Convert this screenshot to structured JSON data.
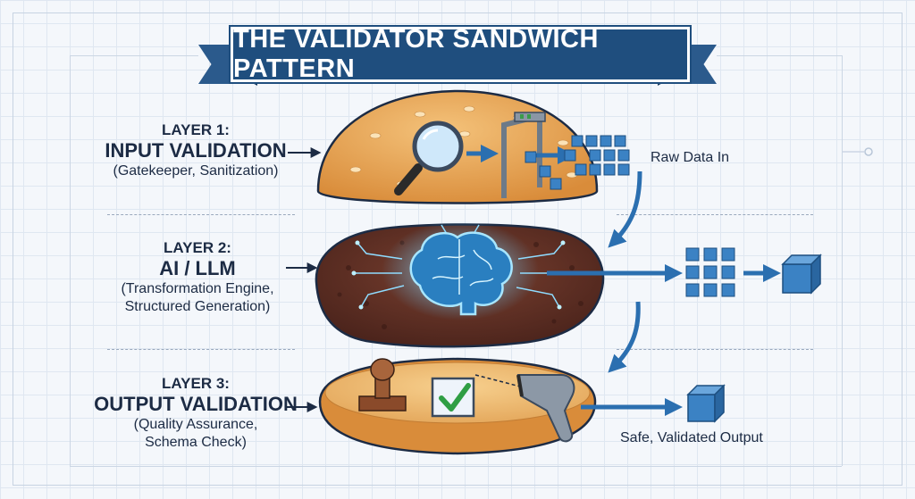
{
  "title": "THE VALIDATOR SANDWICH PATTERN",
  "layers": [
    {
      "tag": "LAYER 1:",
      "heading": "INPUT VALIDATION",
      "sub": [
        "(Gatekeeper, Sanitization)"
      ]
    },
    {
      "tag": "LAYER 2:",
      "heading": "AI / LLM",
      "sub": [
        "(Transformation Engine,",
        "Structured Generation)"
      ]
    },
    {
      "tag": "LAYER 3:",
      "heading": "OUTPUT VALIDATION",
      "sub": [
        "(Quality Assurance,",
        "Schema Check)"
      ]
    }
  ],
  "labels": {
    "raw_data_in": "Raw Data In",
    "safe_output": "Safe, Validated Output"
  },
  "icons": {
    "layer1": [
      "magnifier-icon",
      "gate-scanner-icon",
      "data-blocks-icon"
    ],
    "layer2": [
      "circuit-brain-icon",
      "data-grid-icon",
      "cube-icon"
    ],
    "layer3": [
      "stamp-icon",
      "checkbox-icon",
      "barcode-scanner-icon",
      "cube-icon"
    ]
  },
  "colors": {
    "banner": "#1f4e7e",
    "bun": "#e7a653",
    "patty": "#5b2e25",
    "brain_glow": "#4fc3f7",
    "arrow": "#2b6fb0",
    "block": "#3b82c4"
  }
}
